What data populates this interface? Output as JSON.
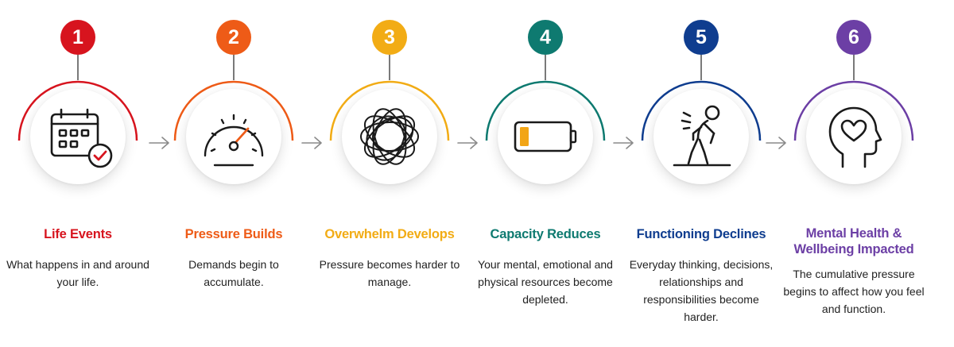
{
  "steps": [
    {
      "number": "1",
      "title": "Life Events",
      "description": "What happens in and around your life.",
      "color": "#d7141e",
      "icon": "calendar-check-icon"
    },
    {
      "number": "2",
      "title": "Pressure Builds",
      "description": "Demands begin to accumulate.",
      "color": "#ee5b17",
      "icon": "speedometer-icon"
    },
    {
      "number": "3",
      "title": "Overwhelm Develops",
      "description": "Pressure becomes harder to manage.",
      "color": "#f2ac15",
      "icon": "tangled-loops-icon"
    },
    {
      "number": "4",
      "title": "Capacity Reduces",
      "description": "Your mental, emotional and physical resources become depleted.",
      "color": "#0e7a70",
      "icon": "low-battery-icon"
    },
    {
      "number": "5",
      "title": "Functioning Declines",
      "description": "Everyday thinking, decisions, relationships and responsibilities become harder.",
      "color": "#0f3d8f",
      "icon": "tired-walking-person-icon"
    },
    {
      "number": "6",
      "title": "Mental Health & Wellbeing Impacted",
      "description": "The cumulative pressure begins to affect how you feel and function.",
      "color": "#6c3fa5",
      "icon": "head-with-heart-icon"
    }
  ],
  "connector_icon": "right-arrow-icon",
  "battery_fill_color": "#f2a516"
}
